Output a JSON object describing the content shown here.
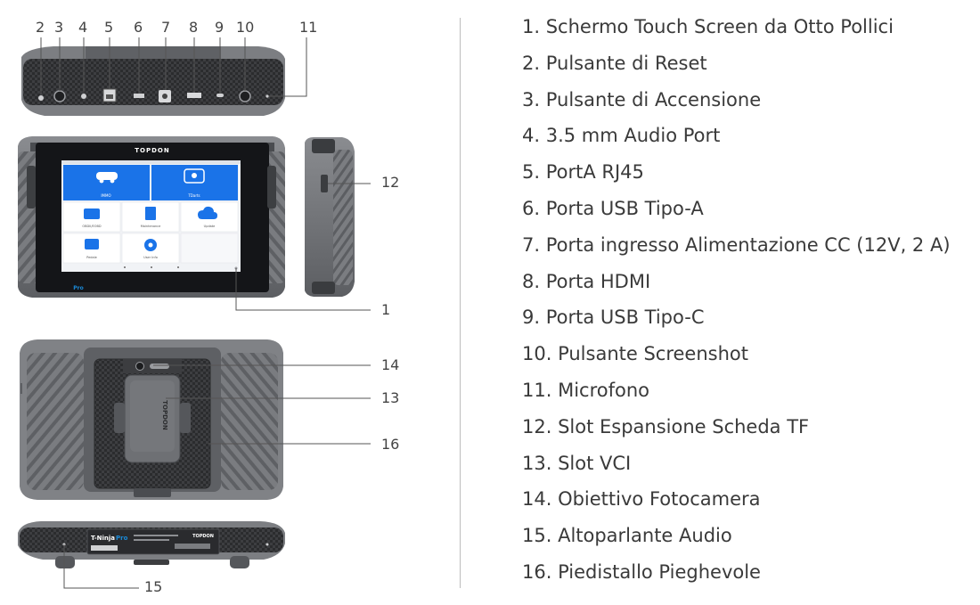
{
  "callouts": [
    "2",
    "3",
    "4",
    "5",
    "6",
    "7",
    "8",
    "9",
    "10",
    "11",
    "12",
    "1",
    "14",
    "13",
    "16",
    "15"
  ],
  "screen": {
    "brand": "TOPDON",
    "tiles": [
      "IMMO",
      "TDarts",
      "OBDII/EOBD",
      "Maintenance",
      "Update",
      "Pedale",
      "User Info"
    ],
    "badge": "Pro"
  },
  "vci_label": "TOPDON",
  "bottom_label": {
    "model": "T-Ninja",
    "suffix": "Pro",
    "brand": "TOPDON"
  },
  "legend": [
    "1. Schermo Touch Screen da Otto Pollici",
    "2. Pulsante di Reset",
    "3. Pulsante di Accensione",
    "4. 3.5 mm Audio Port",
    "5. PortA RJ45",
    "6. Porta USB Tipo-A",
    "7. Porta ingresso Alimentazione CC (12V, 2 A)",
    "8. Porta HDMI",
    "9. Porta USB Tipo-C",
    "10. Pulsante Screenshot",
    "11. Microfono",
    "12. Slot Espansione Scheda TF",
    "13. Slot VCI",
    "14. Obiettivo Fotocamera",
    "15. Altoparlante Audio",
    "16. Piedistallo Pieghevole"
  ],
  "colors": {
    "device_grey": "#6f7174",
    "screen_blue": "#1a73e8",
    "screen_dark": "#16181c",
    "accent_blue": "#1a8ad8"
  }
}
